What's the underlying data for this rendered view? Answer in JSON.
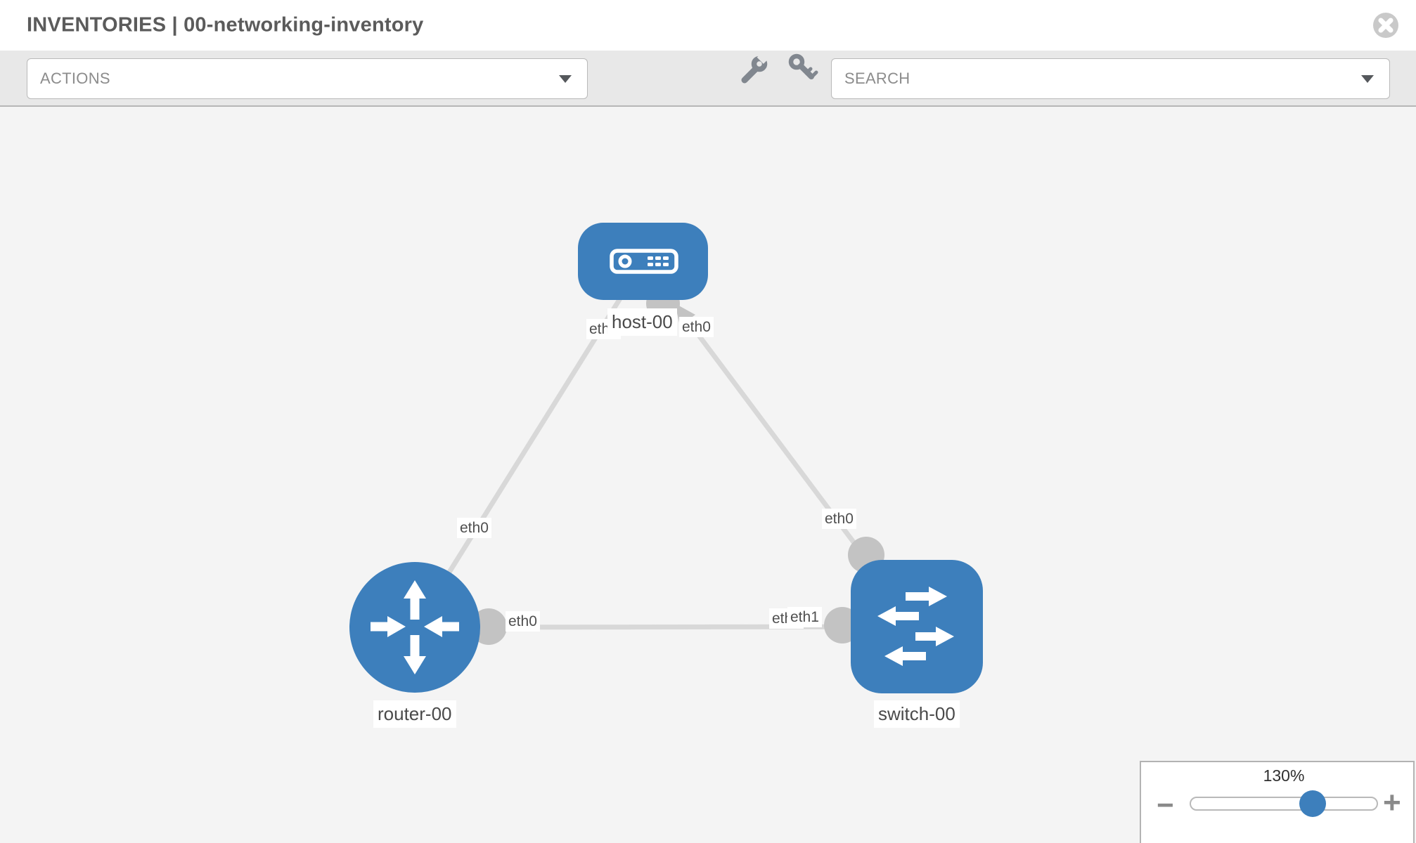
{
  "header": {
    "title": "INVENTORIES | 00-networking-inventory",
    "close_icon": "circle-x-icon"
  },
  "toolbar": {
    "actions": {
      "label": "ACTIONS"
    },
    "search": {
      "label": "SEARCH"
    },
    "icon_names": [
      "wrench-icon",
      "key-icon"
    ]
  },
  "topology": {
    "nodes": [
      {
        "name": "host-00",
        "type": "host"
      },
      {
        "name": "router-00",
        "type": "router"
      },
      {
        "name": "switch-00",
        "type": "switch"
      }
    ],
    "links": [
      {
        "source": "router-00",
        "source_interface": "eth0",
        "target": "host-00",
        "target_interface": "eth0"
      },
      {
        "source": "host-00",
        "source_interface": "eth0",
        "target": "switch-00",
        "target_interface": "eth0"
      },
      {
        "source": "router-00",
        "source_interface": "eth0",
        "target": "switch-00",
        "target_interface": "eth1"
      }
    ],
    "iface_labels": {
      "router_host_near_router": "eth0",
      "router_host_near_host": "eth0",
      "host_switch_near_host": "eth0",
      "host_switch_near_switch": "eth0",
      "router_switch_near_router": "eth0",
      "router_switch_near_switch_back": "eth0",
      "router_switch_near_switch": "eth1"
    }
  },
  "zoom": {
    "level": "130%",
    "minus_label": "−",
    "plus_label": "+"
  },
  "colors": {
    "node_blue": "#3d7fbc",
    "link_gray": "#d8d8d8",
    "connector_gray": "#c3c3c3",
    "canvas_bg": "#f4f4f4",
    "toolbar_bg": "#e8e8e8"
  }
}
